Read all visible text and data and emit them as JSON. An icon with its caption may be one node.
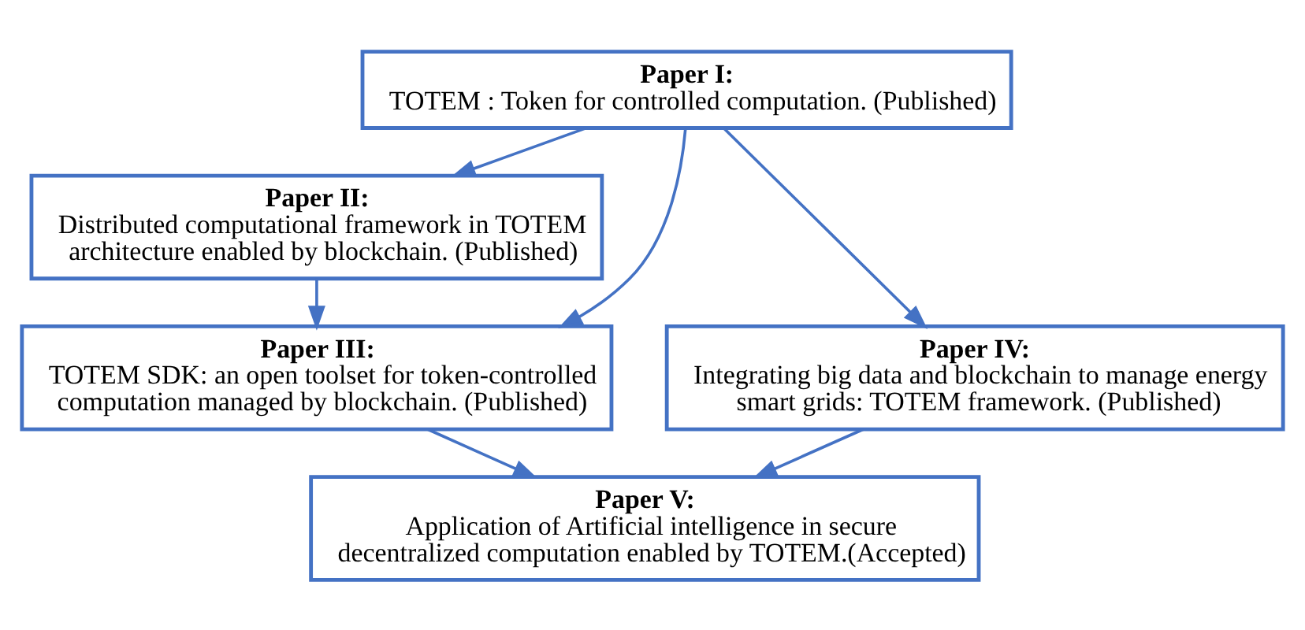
{
  "diagram": {
    "nodes": [
      {
        "text": [
          "Paper I:",
          "TOTEM : Token for controlled computation. (Published)"
        ]
      },
      {
        "text": [
          "Paper II:",
          "Distributed computational framework in TOTEM architecture enabled by blockchain. (Published)"
        ]
      },
      {
        "text": [
          "Paper IV:",
          "Integrating big data and blockchain to manage energy smart grids: TOTEM framework. (Published)"
        ]
      },
      {
        "text": [
          "Paper III:",
          "TOTEM SDK: an open toolset for token-controlled computation managed by blockchain. (Published)"
        ]
      },
      {
        "text": [
          "Paper V:",
          "Application of Artificial intelligence in secure decentralized computation enabled by TOTEM.(Accepted)"
        ]
      }
    ],
    "edges": [
      {
        "from": 0,
        "to": 1,
        "arrow": "to"
      },
      {
        "from": 0,
        "to": 2,
        "arrow": "to"
      },
      {
        "from": 0,
        "to": 3,
        "arrow": "to"
      },
      {
        "from": 1,
        "to": 3,
        "arrow": "to"
      },
      {
        "from": 2,
        "to": 4,
        "arrow": "to"
      },
      {
        "from": 3,
        "to": 4,
        "arrow": "to"
      }
    ]
  }
}
